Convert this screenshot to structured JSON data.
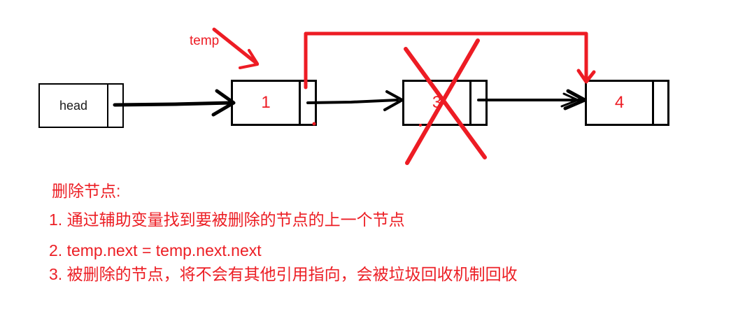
{
  "colors": {
    "annotation_red": "#ed1c24",
    "ink_black": "#000000",
    "background": "#ffffff"
  },
  "diagram": {
    "head": {
      "label": "head"
    },
    "temp": {
      "label": "temp"
    },
    "nodes": [
      {
        "value": "1",
        "deleted": false
      },
      {
        "value": "3",
        "deleted": true
      },
      {
        "value": "4",
        "deleted": false
      }
    ]
  },
  "notes": {
    "title": "删除节点:",
    "steps": [
      "1. 通过辅助变量找到要被删除的节点的上一个节点",
      "2. temp.next = temp.next.next",
      "3. 被删除的节点，将不会有其他引用指向，会被垃圾回收机制回收"
    ]
  }
}
